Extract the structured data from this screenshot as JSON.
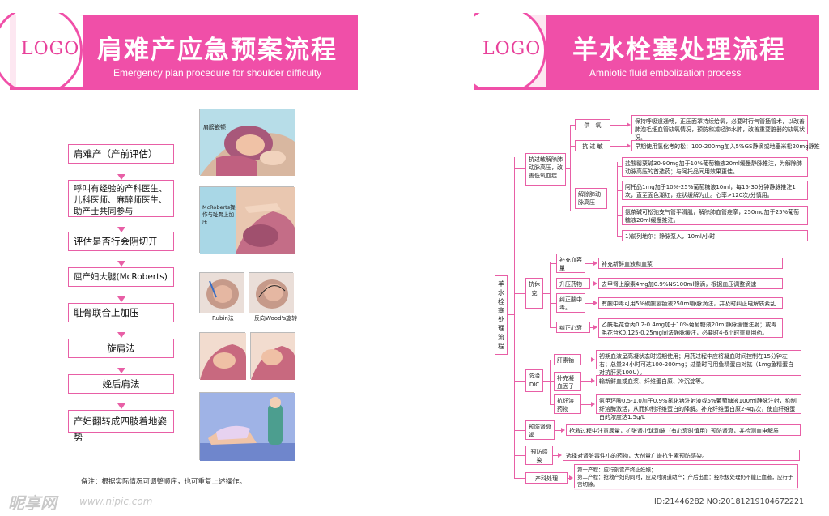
{
  "left": {
    "logo": "LOGO",
    "title_cn": "肩难产应急预案流程",
    "title_en": "Emergency plan procedure for shoulder difficulty",
    "steps": [
      "肩难产（产前评估）",
      "呼叫有经验的产科医生、儿科医师、麻醉师医生、助产士共同参与",
      "评估是否行会阴切开",
      "屈产妇大腿(McRoberts)",
      "耻骨联合上加压",
      "旋肩法",
      "娩后肩法",
      "产妇翻转成四肢着地姿势"
    ],
    "note": "备注：根据实际情况可调整顺序，也可重复上述操作。",
    "illustrations": {
      "img1": "肩膀嵌顿",
      "img2": "McRoberts操作与耻骨上加压",
      "img3a": "Rubin法",
      "img3b": "反向Wood's旋转"
    }
  },
  "right": {
    "logo": "LOGO",
    "title_cn": "羊水栓塞处理流程",
    "title_en": "Amniotic fluid embolization process",
    "root": "羊水栓塞处理流程",
    "groups": {
      "g1": "抗过敏解除肺动脉高压，改善低氧血症",
      "g2": "抗休克",
      "g3": "防治DIC",
      "g4": "预防肾衰竭",
      "g5": "预防感染",
      "g6": "产科处理"
    },
    "subs": {
      "oxygen": "供　氧",
      "antiallergy": "抗 过 敏",
      "pulm": "解除肺动脉高压",
      "blood": "补充血容量",
      "pressor": "升压药物",
      "acidosis": "纠正酸中毒。",
      "heart": "纠正心衰",
      "heparin": "肝素钠",
      "coag": "补充凝血因子",
      "fibrin": "抗纤溶药物"
    },
    "details": {
      "oxygen": "保持呼吸道通畅，正压面罩持续给氧，必要时行气管插管术，以改善肺泡毛细血管缺氧情况，预防和减轻肺水肿，改善重要脏器的缺氧状况。",
      "antiallergy": "早期使用氢化考的松：100-200mg加入5%GS静滴或地塞米松20mg静推",
      "pulm1": "盐酸罂粟碱30-90mg加于10%葡萄糖液20ml缓慢静脉推注，为解除肺动脉高压的首选药；与阿托品同用效果更佳。",
      "pulm2": "阿托品1mg加于10%-25%葡萄糖液10ml，每15-30分钟静脉推注1次，直至面色潮红，症状缓解为止。心率>120次/分慎用。",
      "pulm3": "氨茶碱可松弛支气管平滑肌，解除肺血管痉挛，250mg加于25%葡萄糖液20ml缓慢推注。",
      "pulm4": "1)前列地尔：静脉泵入，10ml/小时",
      "blood": "补充新鲜血液和血浆",
      "pressor": "去甲肾上腺素4mg加0.9%NS100ml静滴，根据血压调整滴速",
      "acidosis": "有酸中毒可用5%碳酸氢钠液250ml静脉滴注，并及时纠正电解质紊乱",
      "heart": "乙酰毛花苷丙0.2-0.4mg加于10%葡萄糖液20ml静脉缓慢注射；或毒毛花苷K0.125-0.25mg同法静脉缓注，必要时4-6小时重复用药。",
      "heparin": "初期血液呈高凝状态时短期使用；用药过程中应将凝血时间控制在15分钟左右；总量24小时可达100-200mg；过量时可用鱼精蛋白对抗（1mg鱼精蛋白对抗肝素100U）。",
      "coag": "输新鲜血或血浆、纤维蛋白原、冷沉淀等。",
      "fibrin": "氨甲环酸0.5-1.0加于0.9%氯化钠注射液或5%葡萄糖液100ml静脉注射，抑制纤溶酶激活，从而抑制纤维蛋白的降解。补充纤维蛋白原2-4g/次，使血纤维蛋白的浓度达1.5g/L",
      "kidney": "抢救过程中注意尿量，扩张肾小球动脉（有心衰时慎用）预防肾衰，并检测血电解质",
      "infection": "选择对肾脏毒性小的药物，大剂量广谱抗生素预防感染。",
      "obstetric": "第一产程：应行剖宫产终止妊娠；\n第二产程：抢救产妇的同时，应及时阴道助产；产后出血：经积极处理仍不能止血者，应行子宫切除。"
    }
  },
  "watermark": {
    "logo": "昵享网",
    "site": "www.nipic.com",
    "id": "ID:21446282 NO:20181219104672221"
  },
  "colors": {
    "accent": "#f04fa8",
    "border": "#e85fa6",
    "light": "#fde7f1"
  }
}
